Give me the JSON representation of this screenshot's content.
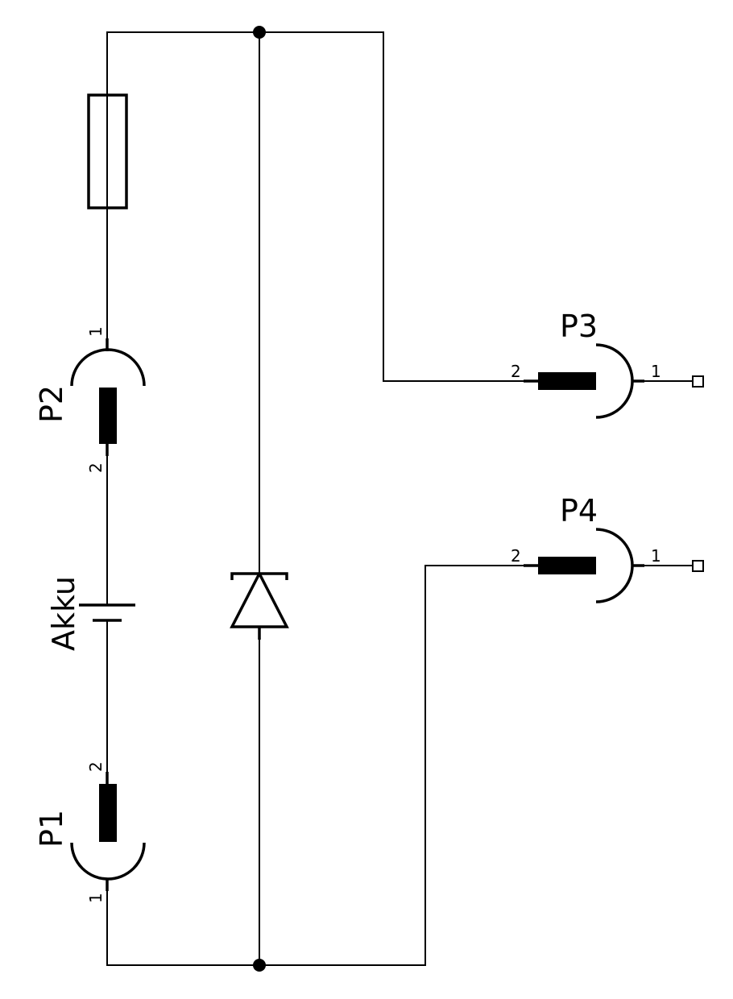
{
  "components": {
    "p1": {
      "name": "P1",
      "pin_1": "1",
      "pin_2": "2"
    },
    "p2": {
      "name": "P2",
      "pin_1": "1",
      "pin_2": "2"
    },
    "p3": {
      "name": "P3",
      "pin_1": "1",
      "pin_2": "2"
    },
    "p4": {
      "name": "P4",
      "pin_1": "1",
      "pin_2": "2"
    },
    "battery": {
      "name": "Akku"
    }
  }
}
